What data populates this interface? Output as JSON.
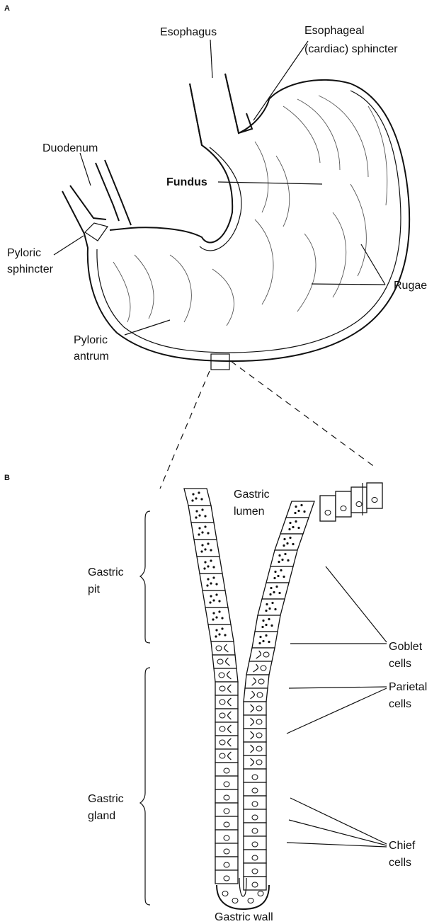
{
  "panels": {
    "a": "A",
    "b": "B"
  },
  "stomach_labels": {
    "esophagus": "Esophagus",
    "sphincter_1": "Esophageal",
    "sphincter_2": "(cardiac) sphincter",
    "duodenum": "Duodenum",
    "fundus": "Fundus",
    "pyloric_sphincter_1": "Pyloric",
    "pyloric_sphincter_2": "sphincter",
    "rugae": "Rugae",
    "pyloric_antrum_1": "Pyloric",
    "pyloric_antrum_2": "antrum"
  },
  "gland_labels": {
    "lumen_1": "Gastric",
    "lumen_2": "lumen",
    "pit_1": "Gastric",
    "pit_2": "pit",
    "gland_1": "Gastric",
    "gland_2": "gland",
    "goblet_1": "Goblet",
    "goblet_2": "cells",
    "parietal_1": "Parietal",
    "parietal_2": "cells",
    "chief_1": "Chief",
    "chief_2": "cells",
    "wall": "Gastric wall"
  }
}
